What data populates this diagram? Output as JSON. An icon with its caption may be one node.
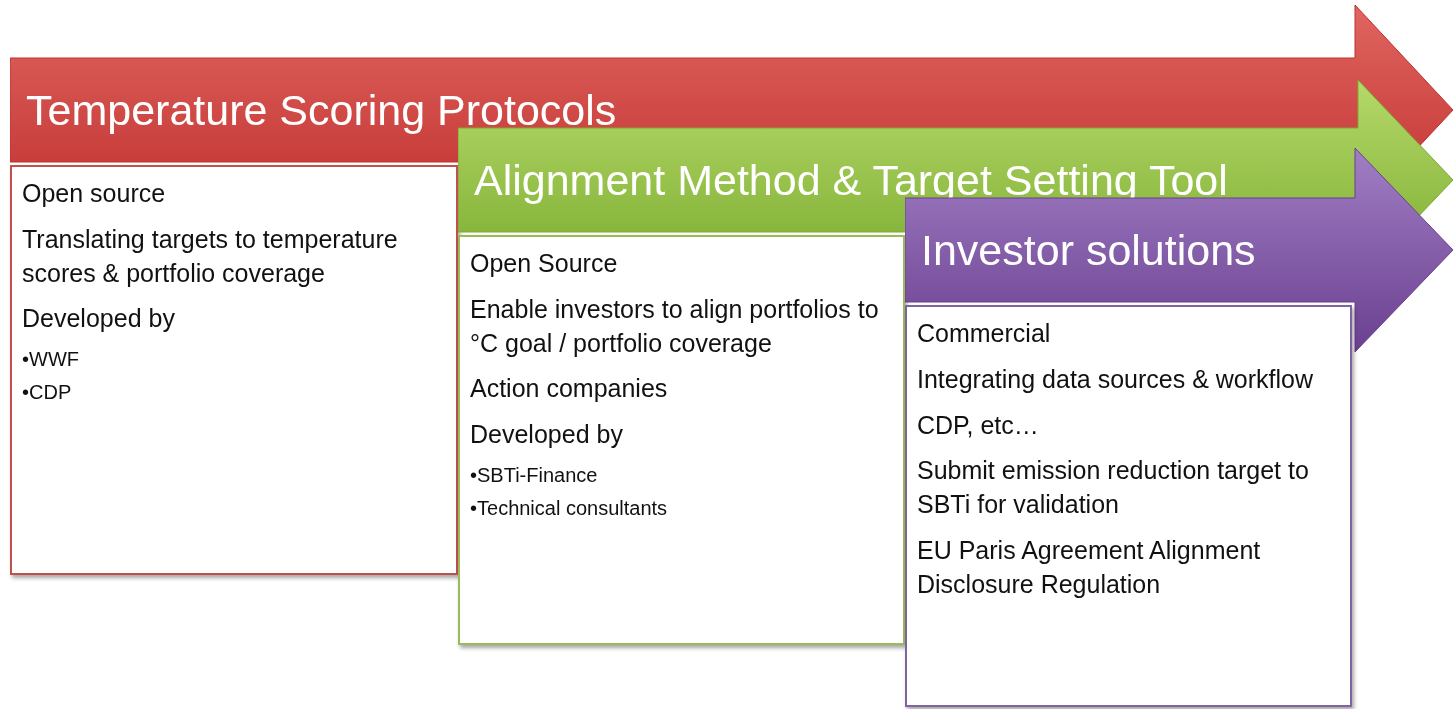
{
  "diagram": {
    "nodes": [
      {
        "text": [
          "Temperature Scoring Protocols"
        ]
      },
      {
        "text": [
          "Open source",
          "Translating targets to temperature scores & portfolio coverage",
          "Developed by",
          "•WWF",
          "•CDP"
        ]
      },
      {
        "text": [
          "Alignment Method & Target Setting Tool"
        ]
      },
      {
        "text": [
          "Open Source",
          "Enable investors to align portfolios to °C goal / portfolio coverage",
          "Action companies",
          "Developed by",
          "•SBTi-Finance",
          "•Technical consultants"
        ]
      },
      {
        "text": [
          "Investor solutions"
        ]
      },
      {
        "text": [
          "Commercial",
          "Integrating data sources & workflow",
          "CDP, etc…",
          "Submit emission reduction target to SBTi for validation",
          "EU Paris Agreement Alignment Disclosure Regulation"
        ]
      }
    ]
  }
}
